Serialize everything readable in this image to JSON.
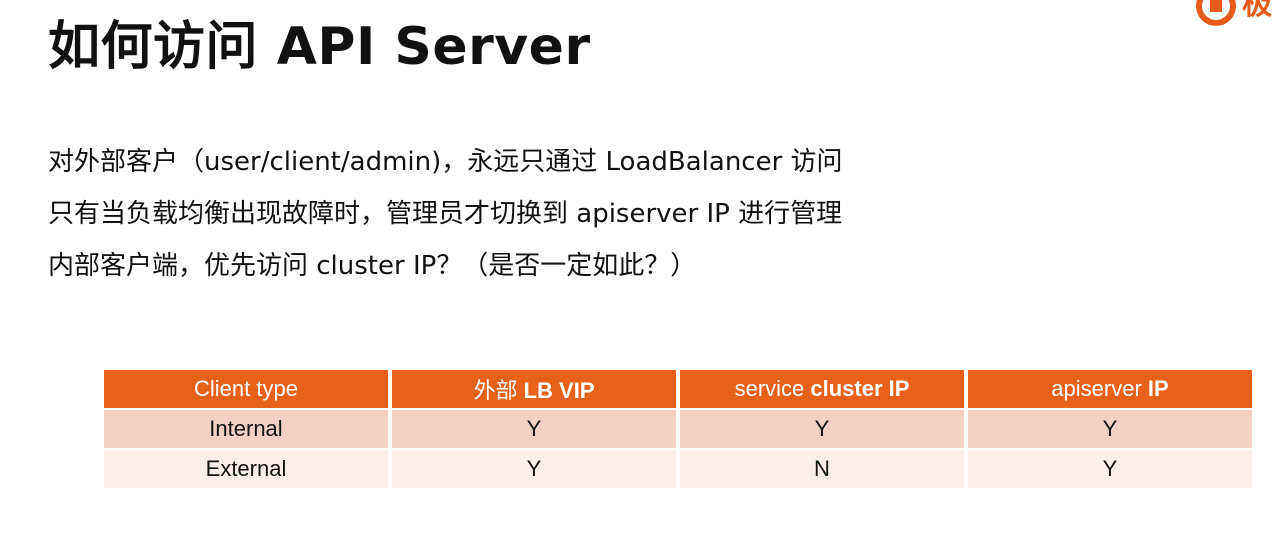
{
  "title": "如何访问 API Server",
  "logo": {
    "text": "极",
    "color": "#e85a19"
  },
  "lines": [
    "对外部客户（user/client/admin)，永远只通过 LoadBalancer 访问",
    "只有当负载均衡出现故障时，管理员才切换到 apiserver IP 进行管理",
    "内部客户端，优先访问 cluster IP？（是否一定如此？）"
  ],
  "table": {
    "header": {
      "col1": "Client type",
      "col2_prefix": "外部 ",
      "col2_bold": "LB VIP",
      "col3_prefix": "service ",
      "col3_bold": "cluster IP",
      "col4_prefix": "apiserver ",
      "col4_bold": "IP"
    },
    "rows": [
      {
        "type": "Internal",
        "lb_vip": "Y",
        "cluster_ip": "Y",
        "apiserver_ip": "Y"
      },
      {
        "type": "External",
        "lb_vip": "Y",
        "cluster_ip": "N",
        "apiserver_ip": "Y"
      }
    ],
    "colors": {
      "header": "#e8611a",
      "row_odd": "#f5d0c5",
      "row_even": "#fcefeb"
    }
  }
}
